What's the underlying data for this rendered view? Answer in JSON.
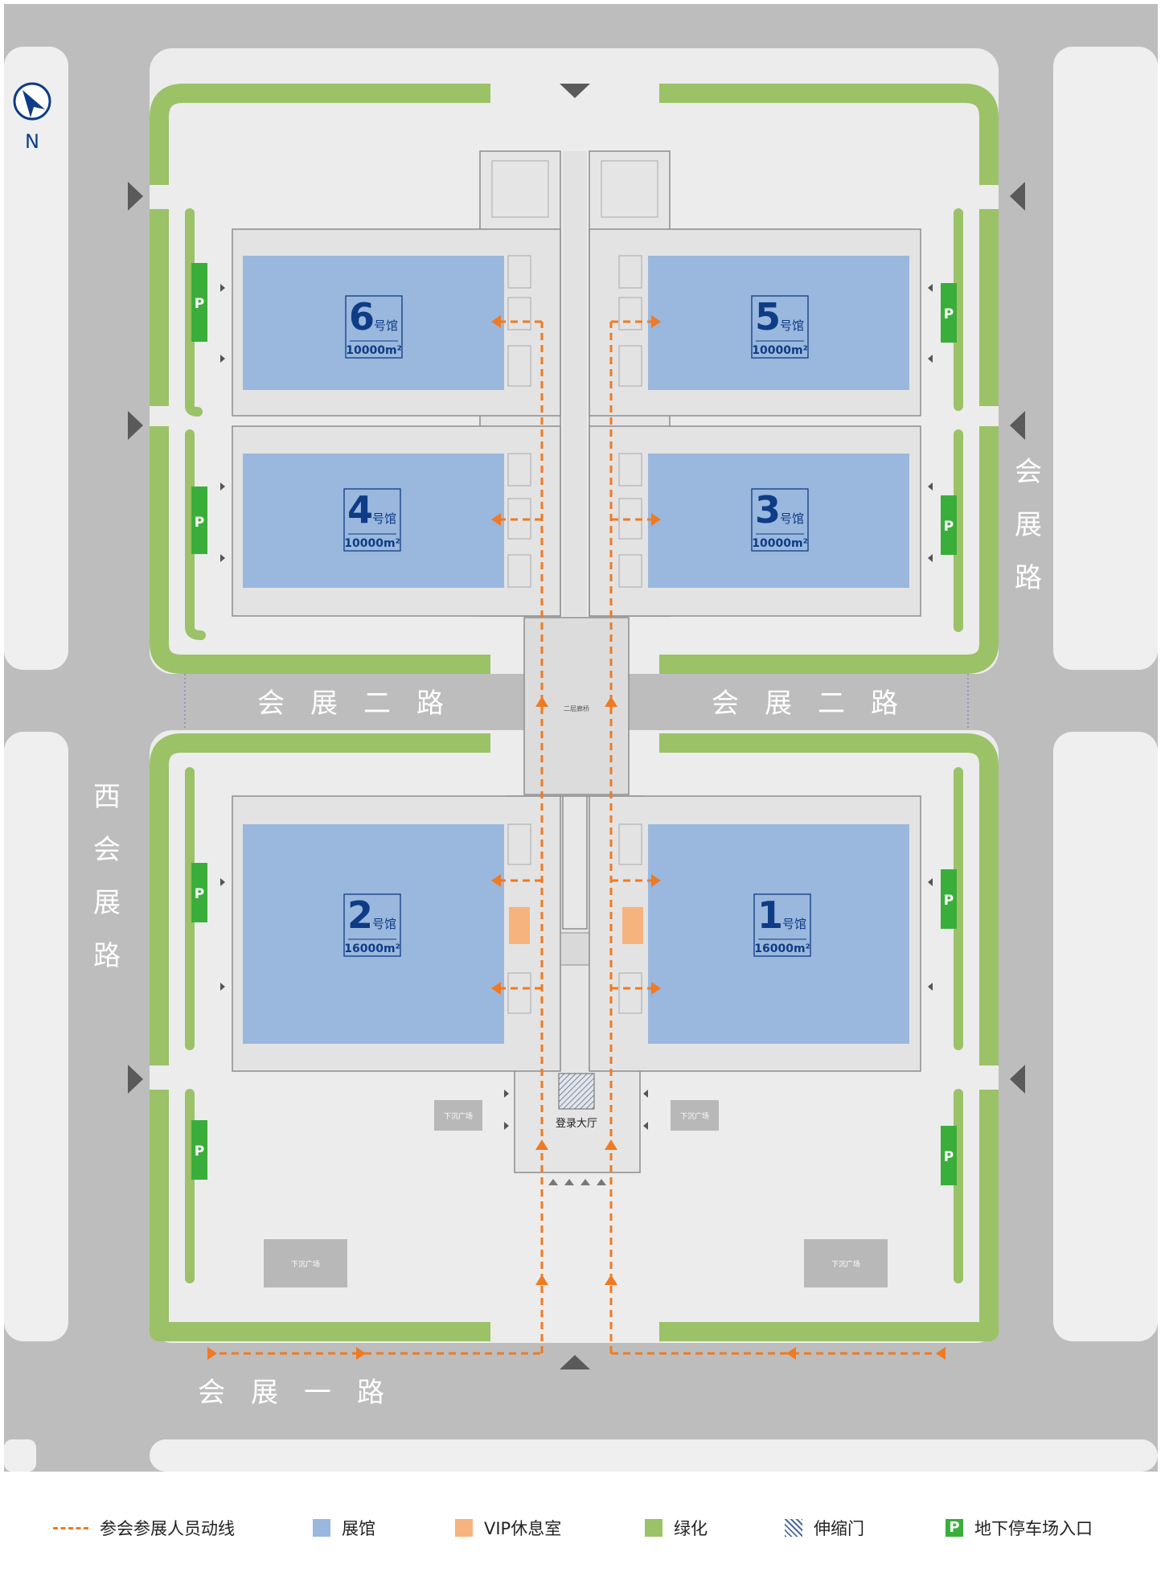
{
  "compass": {
    "label": "N"
  },
  "roads": {
    "west": [
      "西",
      "会",
      "展",
      "路"
    ],
    "east": [
      "会",
      "展",
      "路"
    ],
    "middle_left": [
      "会",
      "展",
      "二",
      "路"
    ],
    "middle_right": [
      "会",
      "展",
      "二",
      "路"
    ],
    "south": [
      "会",
      "展",
      "一",
      "路"
    ]
  },
  "halls": [
    {
      "num": "6",
      "suffix": "号馆",
      "area": "10000m²"
    },
    {
      "num": "5",
      "suffix": "号馆",
      "area": "10000m²"
    },
    {
      "num": "4",
      "suffix": "号馆",
      "area": "10000m²"
    },
    {
      "num": "3",
      "suffix": "号馆",
      "area": "10000m²"
    },
    {
      "num": "2",
      "suffix": "号馆",
      "area": "16000m²"
    },
    {
      "num": "1",
      "suffix": "号馆",
      "area": "16000m²"
    }
  ],
  "labels": {
    "bridge": "二层廊桥",
    "lobby": "登录大厅",
    "sunken_plaza": "下沉广场",
    "vip": "VIP休息室",
    "parking": "P"
  },
  "legend": [
    {
      "type": "route",
      "label": "参会参展人员动线"
    },
    {
      "type": "hall",
      "label": "展馆"
    },
    {
      "type": "vip",
      "label": "VIP休息室"
    },
    {
      "type": "green",
      "label": "绿化"
    },
    {
      "type": "door",
      "label": "伸缩门"
    },
    {
      "type": "parking",
      "label": "地下停车场入口",
      "icon": "P"
    }
  ],
  "colors": {
    "road": "#bdbdbd",
    "ground": "#ececec",
    "green": "#9bc267",
    "hall": "#9ab7dd",
    "vip": "#f7b37d",
    "route": "#f07a22",
    "parking": "#3aae3a",
    "navy": "#0e3c86"
  }
}
